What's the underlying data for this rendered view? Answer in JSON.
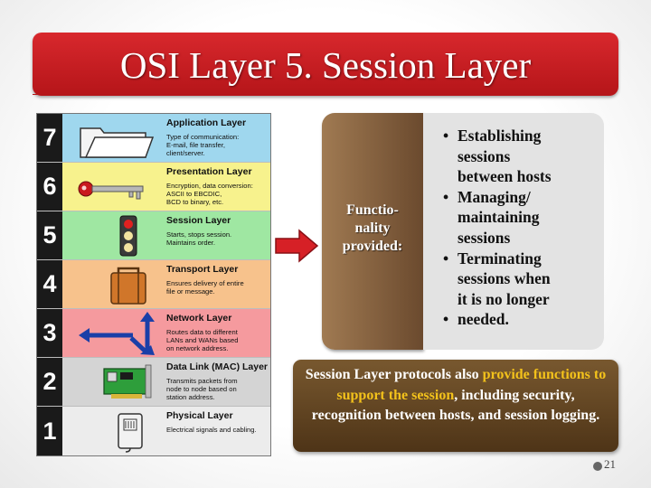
{
  "title": "OSI Layer 5. Session Layer",
  "layers": [
    {
      "num": "7",
      "name": "Application Layer",
      "desc": [
        "Type of communication:",
        "E-mail, file transfer,",
        "client/server."
      ],
      "color": "#9fd7ee",
      "icon": "folder-icon"
    },
    {
      "num": "6",
      "name": "Presentation Layer",
      "desc": [
        "Encryption, data conversion:",
        "ASCII to EBCDIC,",
        "BCD to binary, etc."
      ],
      "color": "#f7f28d",
      "icon": "key-icon"
    },
    {
      "num": "5",
      "name": "Session Layer",
      "desc": [
        "Starts, stops session.",
        "Maintains order."
      ],
      "color": "#9fe7a2",
      "icon": "traffic-light-icon"
    },
    {
      "num": "4",
      "name": "Transport Layer",
      "desc": [
        "Ensures delivery of entire",
        "file or message."
      ],
      "color": "#f7c28c",
      "icon": "suitcase-icon"
    },
    {
      "num": "3",
      "name": "Network Layer",
      "desc": [
        "Routes data to different",
        "LANs and WANs based",
        "on network address."
      ],
      "color": "#f59a9e",
      "icon": "routing-arrows-icon"
    },
    {
      "num": "2",
      "name": "Data Link (MAC) Layer",
      "desc": [
        "Transmits packets from",
        "node to node based on",
        "station address."
      ],
      "color": "#d4d4d4",
      "icon": "network-card-icon"
    },
    {
      "num": "1",
      "name": "Physical Layer",
      "desc": [
        "Electrical signals and cabling."
      ],
      "color": "#ececec",
      "icon": "cable-icon"
    }
  ],
  "functionality_label": [
    "Functio-",
    "nality",
    "provided:"
  ],
  "points": [
    {
      "lines": [
        "Establishing",
        "sessions",
        "between hosts"
      ]
    },
    {
      "lines": [
        "Managing/",
        "maintaining",
        "sessions"
      ]
    },
    {
      "lines": [
        "Terminating",
        "sessions when",
        "it is no longer"
      ]
    },
    {
      "lines": [
        "needed."
      ]
    }
  ],
  "bottom_text": {
    "before": "Session Layer protocols also ",
    "hl1": "provide",
    "hl2": "functions to support the session",
    "after": ", including security, recognition between hosts, and session  logging."
  },
  "page_number": "21",
  "colors": {
    "title_bg": "#c91d22",
    "func_box": "#7a5535",
    "bottom_box": "#6b4a28",
    "highlight": "#f3c21b"
  }
}
